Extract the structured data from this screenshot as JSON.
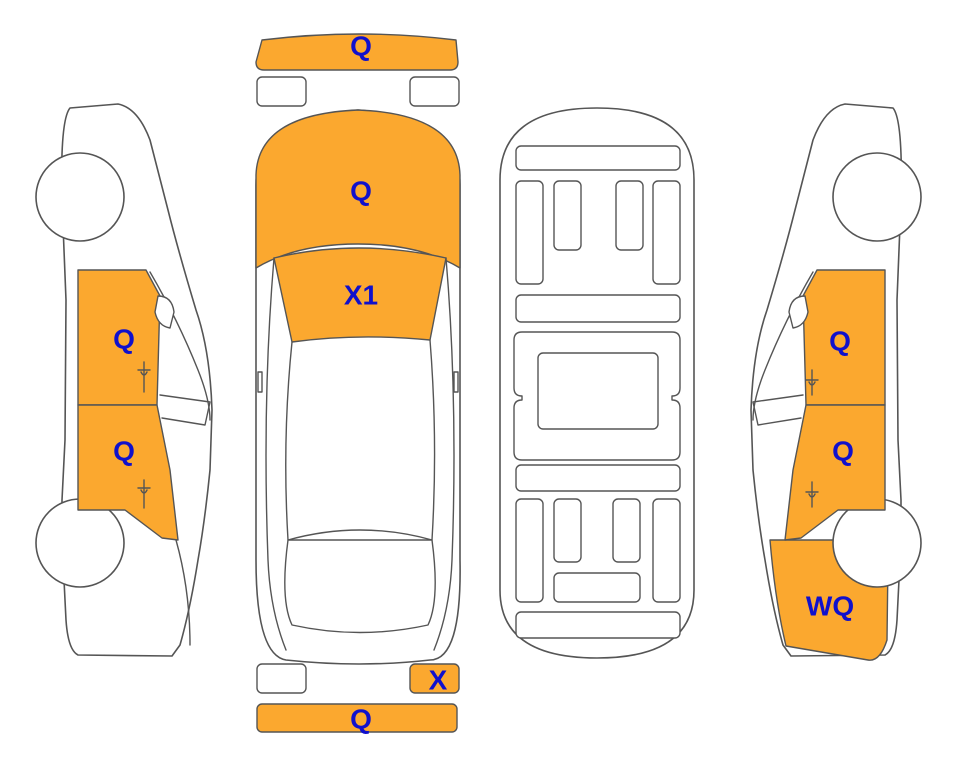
{
  "colors": {
    "damage_fill": "#FBA82F",
    "label": "#1010CC",
    "panel": "#FFFFFF"
  },
  "labels": {
    "front_bumper": "Q",
    "hood": "Q",
    "windshield": "X1",
    "left_front_door": "Q",
    "left_rear_door": "Q",
    "right_front_door": "Q",
    "right_rear_door": "Q",
    "right_rear_fender": "WQ",
    "rear_light": "X",
    "rear_bumper": "Q"
  },
  "damaged": [
    "front_bumper",
    "hood",
    "windshield",
    "left_front_door",
    "left_rear_door",
    "right_front_door",
    "right_rear_door",
    "right_rear_fender",
    "rear_light",
    "rear_bumper"
  ]
}
